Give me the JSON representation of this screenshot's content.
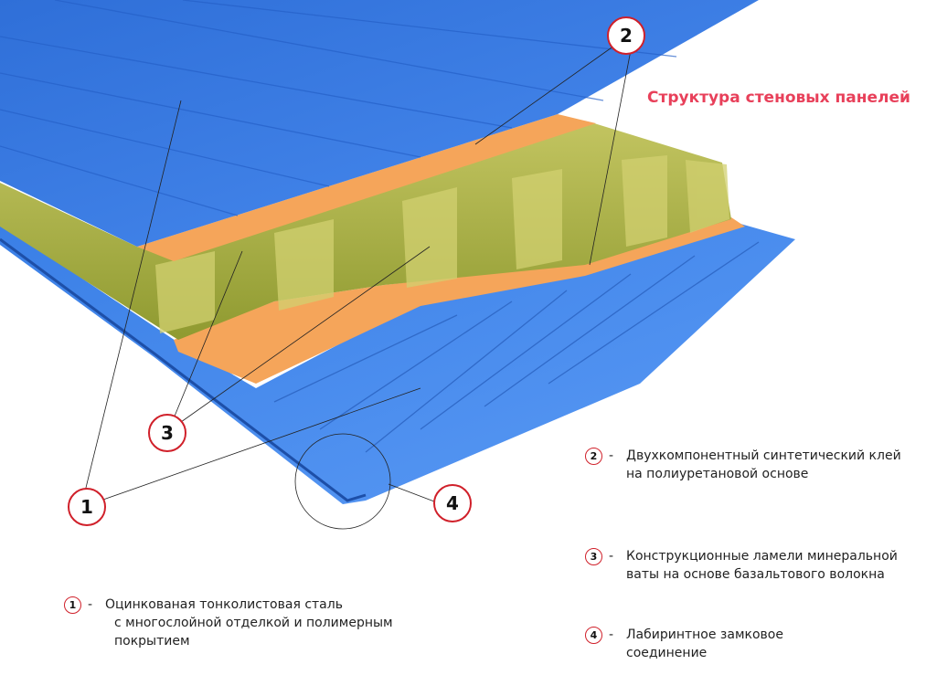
{
  "title": "Структура стеновых панелей",
  "callouts": [
    "1",
    "2",
    "3",
    "4"
  ],
  "legend": [
    {
      "num": "1",
      "dash": "-",
      "lines": [
        "Оцинкованая тонколистовая сталь",
        "с многослойной отделкой и полимерным",
        "покрытием"
      ]
    },
    {
      "num": "2",
      "dash": "-",
      "lines": [
        "Двухкомпонентный синтетический клей",
        "на полиуретановой основе"
      ]
    },
    {
      "num": "3",
      "dash": "-",
      "lines": [
        "Конструкционные ламели минеральной",
        "ваты на основе базальтового волокна"
      ]
    },
    {
      "num": "4",
      "dash": "-",
      "lines": [
        "Лабиринтное замковое",
        "соединение"
      ]
    }
  ],
  "colors": {
    "steel": "#3a7fe0",
    "glue": "#f5a55a",
    "wool": "#a8b040",
    "accent": "#e8405a",
    "callout_border": "#d0202a"
  }
}
